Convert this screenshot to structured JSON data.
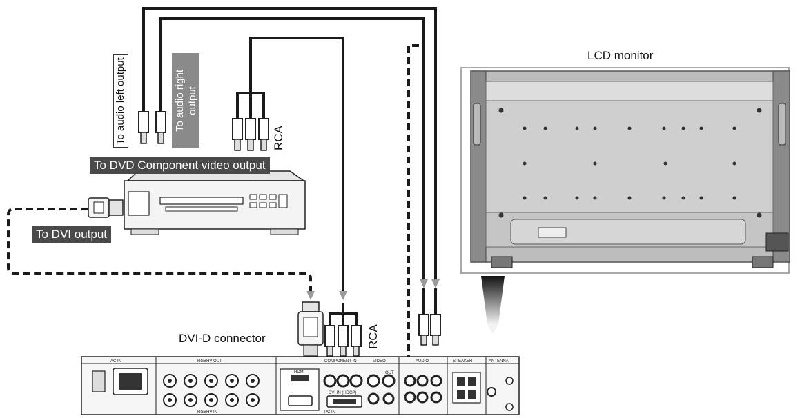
{
  "labels": {
    "audio_left": "To audio left output",
    "audio_right": "To audio right output",
    "rca_top": "RCA",
    "dvd_component": "To DVD Component video output",
    "dvi_output": "To DVI output",
    "lcd_monitor": "LCD monitor",
    "dvi_d_connector": "DVI-D connector",
    "rca_bottom": "RCA"
  },
  "panel_labels": {
    "ac_in": "AC IN",
    "rgbhv_out": "RGBHV OUT",
    "rgbhv_in": "RGBHV IN",
    "component_in": "COMPONENT IN",
    "video": "VIDEO",
    "audio": "AUDIO",
    "speaker": "SPEAKER",
    "antenna": "ANTENNA",
    "hdmi": "HDMI",
    "pc_in": "PC IN",
    "out": "OUT",
    "dvi_in": "DVI IN (HDCP)"
  },
  "colors": {
    "cable": "#1a1a1a",
    "label_bg": "#4a4a4a",
    "monitor_body": "#bdbdbd",
    "monitor_frame": "#8a8a8a",
    "arrow": "#9a9a9a"
  }
}
